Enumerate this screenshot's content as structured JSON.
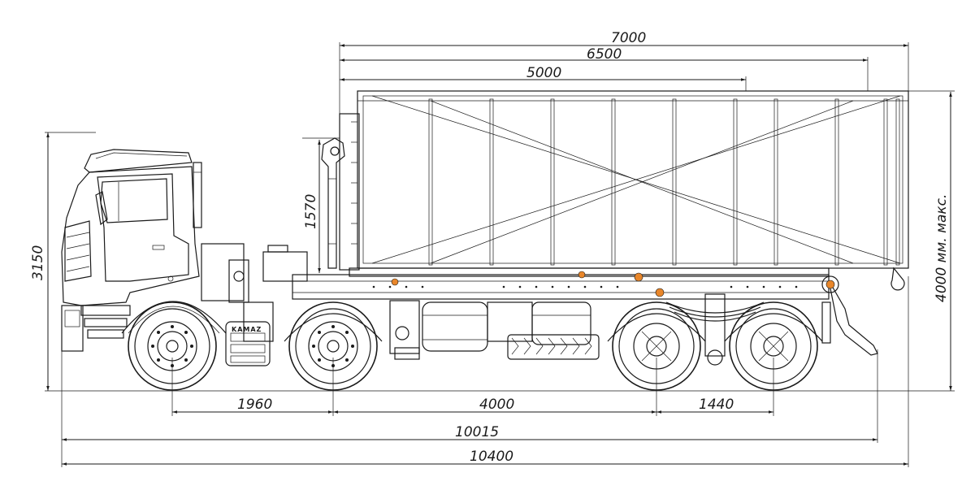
{
  "dimensions": {
    "container_7000": "7000",
    "container_6500": "6500",
    "container_5000": "5000",
    "hook_height": "1570",
    "cab_height": "3150",
    "max_height": "4000 мм. макс.",
    "wheelbase_1": "1960",
    "wheelbase_2": "4000",
    "wheelbase_3": "1440",
    "length_10015": "10015",
    "length_10400": "10400"
  },
  "labels": {
    "brand": "KAMAZ"
  },
  "colors": {
    "line": "#1a1a1a",
    "accent": "#e8862a"
  }
}
